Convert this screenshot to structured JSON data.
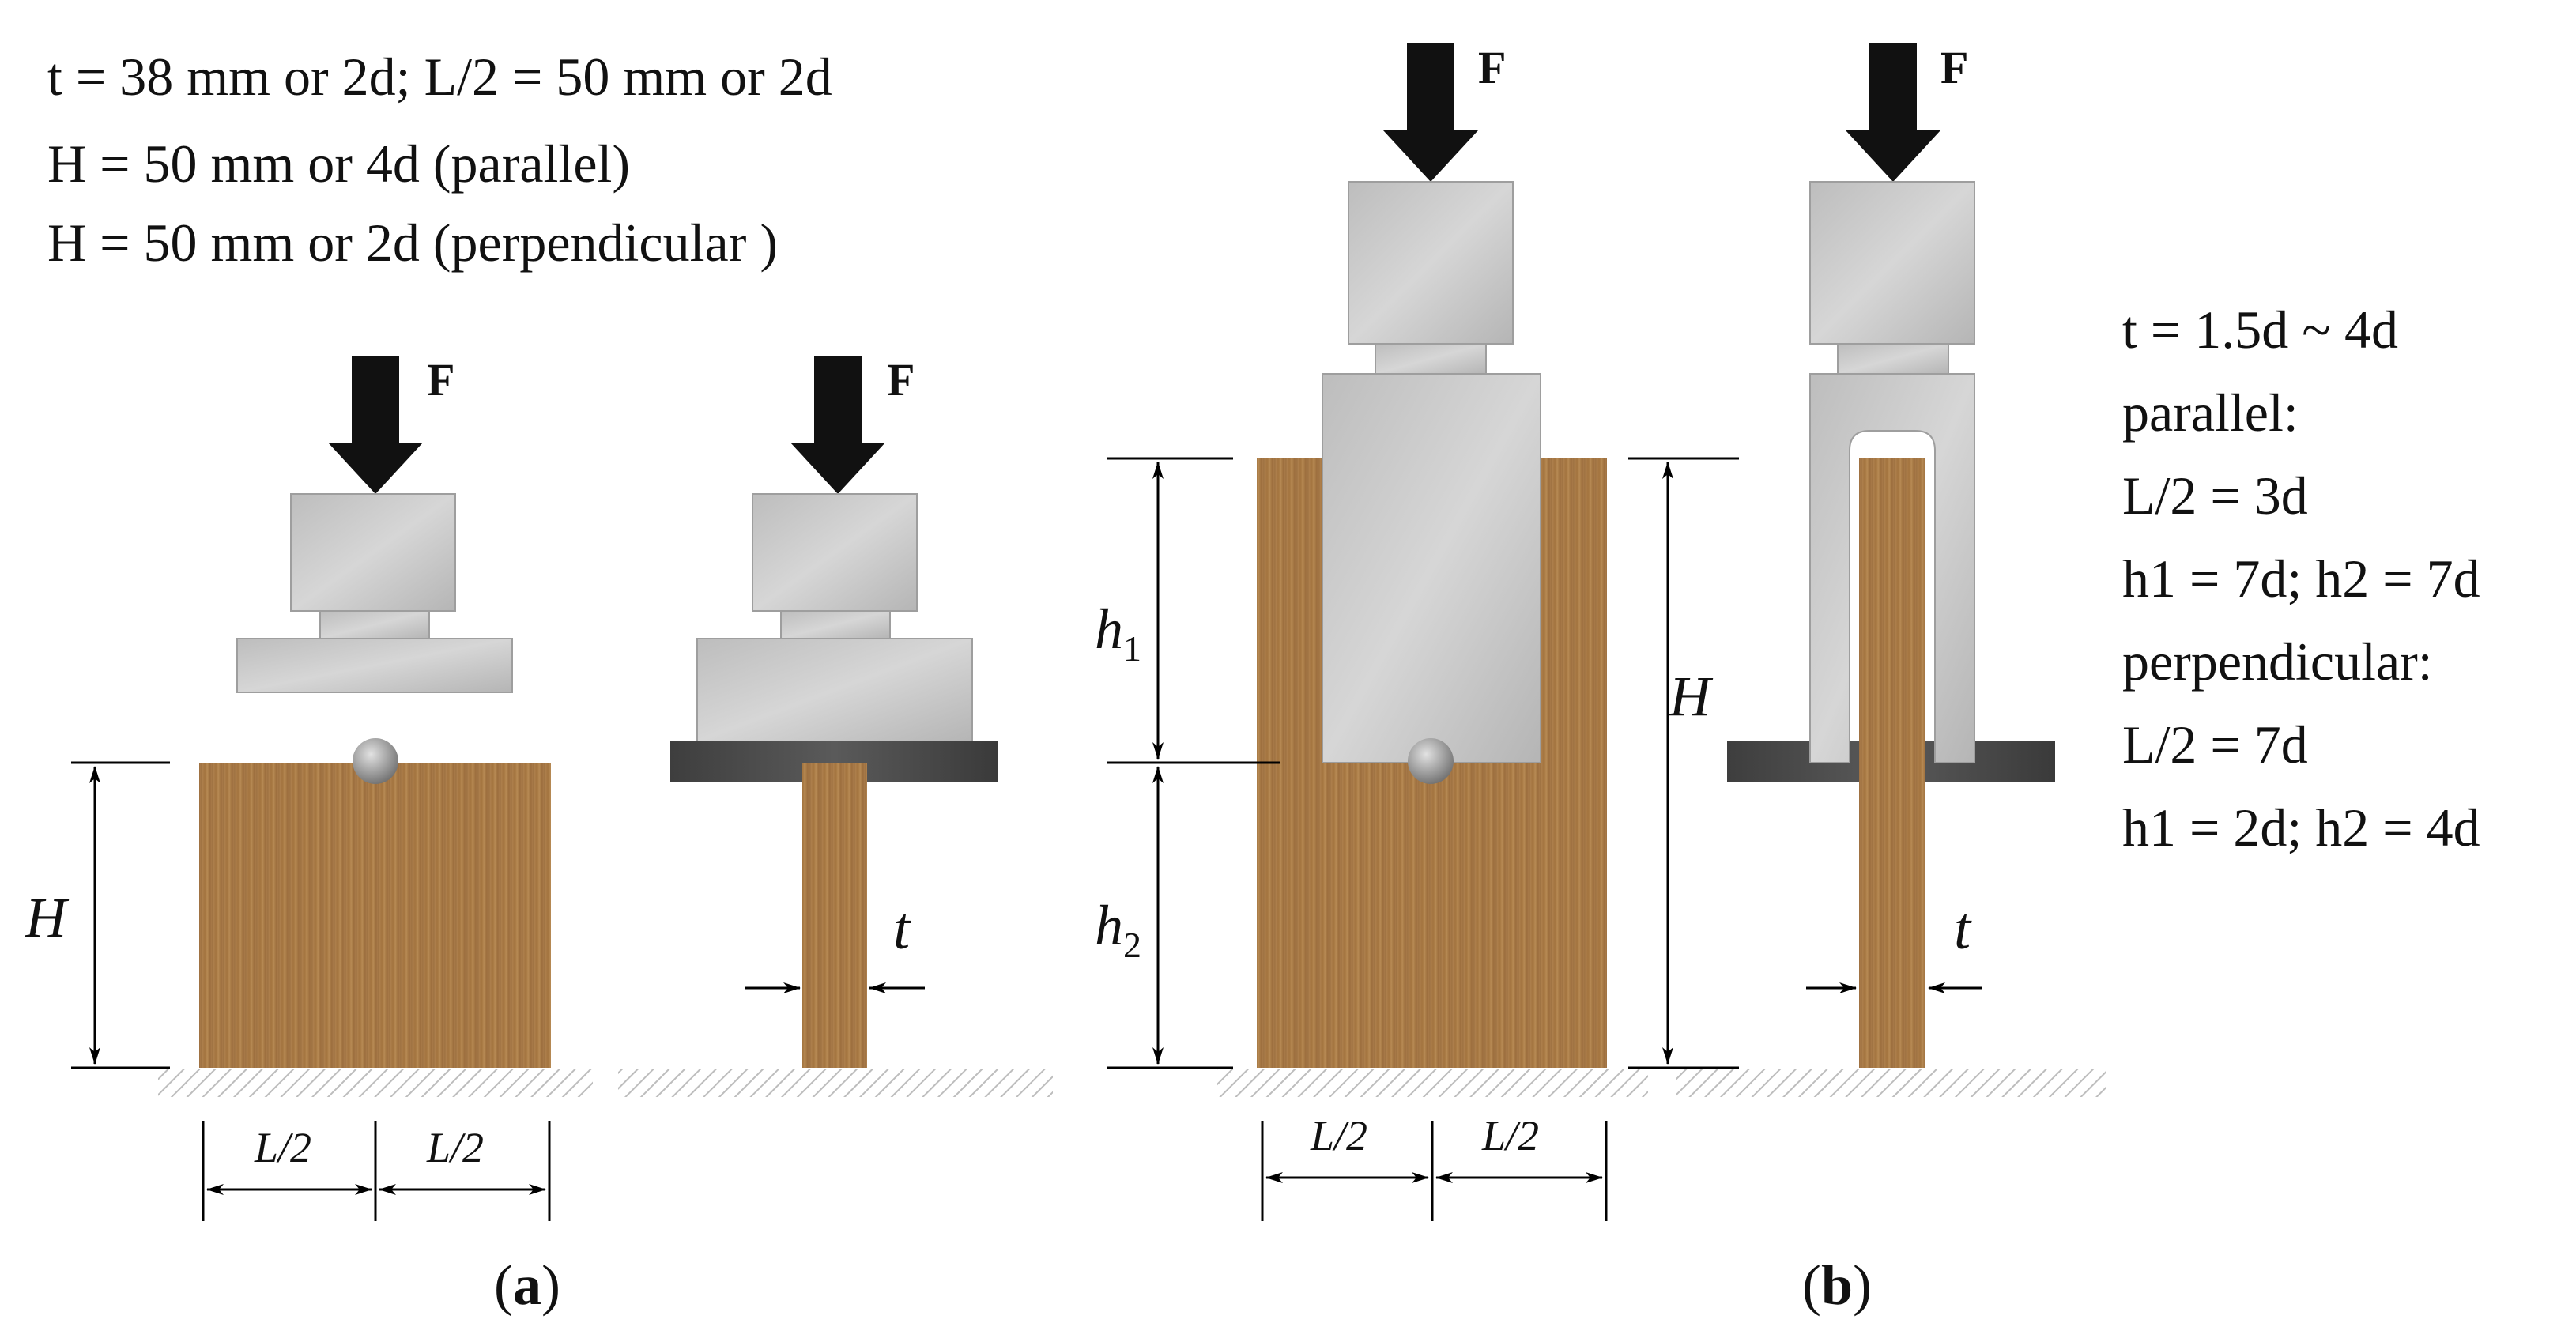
{
  "panel_a": {
    "spec_line1": "t = 38 mm or 2d; L/2 = 50 mm  or 2d",
    "spec_line2": "H = 50 mm or 4d (parallel)",
    "spec_line3": "H = 50 mm or 2d (perpendicular )",
    "force_label_1": "F",
    "force_label_2": "F",
    "height_label": "H",
    "thickness_label": "t",
    "half_length_label_1": "L/2",
    "half_length_label_2": "L/2",
    "caption_open": "(",
    "caption_letter": "a",
    "caption_close": ")"
  },
  "panel_b": {
    "force_label_1": "F",
    "force_label_2": "F",
    "h1_label": "h",
    "h1_sub": "1",
    "h2_label": "h",
    "h2_sub": "2",
    "height_label": "H",
    "thickness_label": "t",
    "half_length_label_1": "L/2",
    "half_length_label_2": "L/2",
    "spec_line1": "t = 1.5d ~ 4d",
    "spec_line2": "parallel:",
    "spec_line3": "L/2 = 3d",
    "spec_line4": "h1 = 7d; h2 = 7d",
    "spec_line5": "perpendicular:",
    "spec_line6": "L/2 = 7d",
    "spec_line7": "h1 = 2d; h2 = 4d",
    "caption_open": "(",
    "caption_letter": "b",
    "caption_close": ")"
  },
  "colors": {
    "wood": "#a97b45",
    "steel": "#c9c9c9",
    "plate_dark": "#4a4a4a",
    "arrow": "#111111"
  }
}
